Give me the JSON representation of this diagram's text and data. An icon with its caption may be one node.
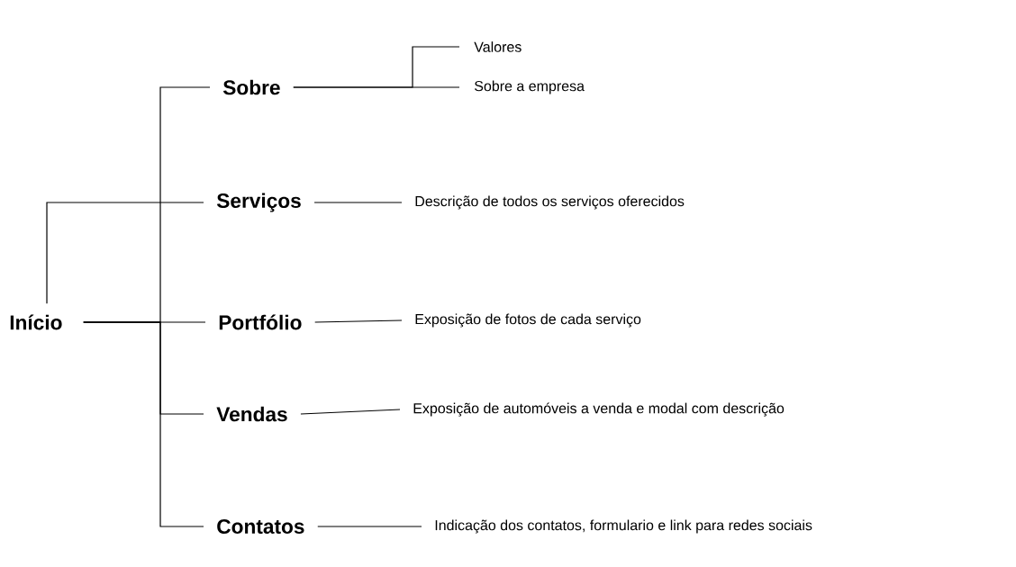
{
  "diagram": {
    "nodes": [
      {
        "text": [
          "Início"
        ]
      },
      {
        "text": [
          "Sobre"
        ]
      },
      {
        "text": [
          "Valores"
        ]
      },
      {
        "text": [
          "Sobre a empresa"
        ]
      },
      {
        "text": [
          "Serviços"
        ]
      },
      {
        "text": [
          "Descrição de todos os serviços oferecidos"
        ]
      },
      {
        "text": [
          "Portfólio"
        ]
      },
      {
        "text": [
          "Exposição de fotos de cada serviço"
        ]
      },
      {
        "text": [
          "Vendas"
        ]
      },
      {
        "text": [
          "Exposição de automóveis a venda e modal com descrição"
        ]
      },
      {
        "text": [
          "Contatos"
        ]
      },
      {
        "text": [
          "Indicação dos contatos, formulario e link para redes sociais"
        ]
      }
    ],
    "edges": [
      {
        "from": 0,
        "to": 1,
        "arrow": "none"
      },
      {
        "from": 0,
        "to": 4,
        "arrow": "none"
      },
      {
        "from": 0,
        "to": 6,
        "arrow": "none"
      },
      {
        "from": 0,
        "to": 8,
        "arrow": "none"
      },
      {
        "from": 0,
        "to": 10,
        "arrow": "none"
      },
      {
        "from": 1,
        "to": 2,
        "arrow": "none"
      },
      {
        "from": 1,
        "to": 3,
        "arrow": "none"
      },
      {
        "from": 4,
        "to": 5,
        "arrow": "none"
      },
      {
        "from": 6,
        "to": 7,
        "arrow": "none"
      },
      {
        "from": 8,
        "to": 9,
        "arrow": "none"
      },
      {
        "from": 10,
        "to": 11,
        "arrow": "none"
      }
    ]
  }
}
